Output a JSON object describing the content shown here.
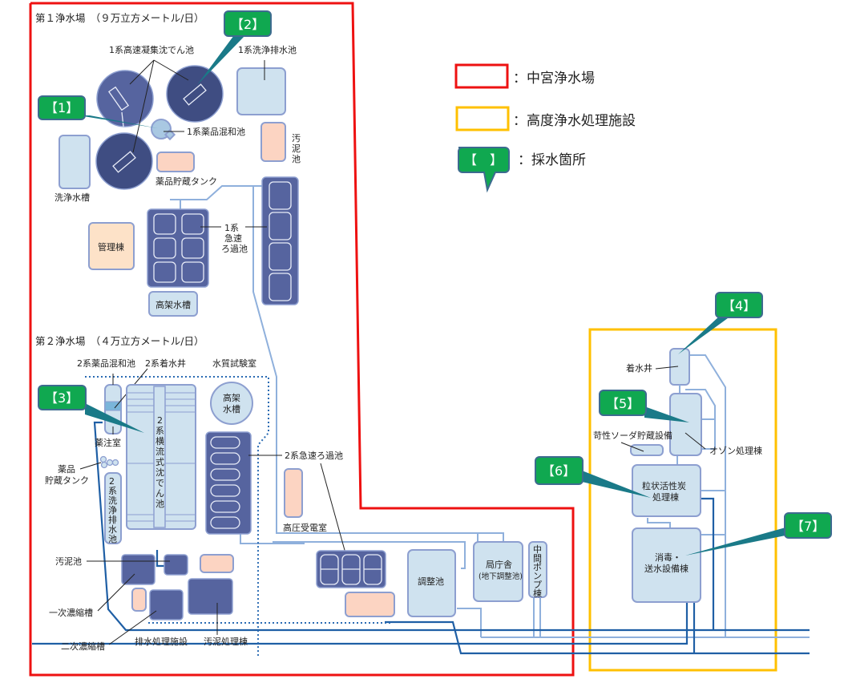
{
  "legend": {
    "items": [
      {
        "label": "：中宮浄水場",
        "color": "#ee1111"
      },
      {
        "label": "：高度浄水処理施設",
        "color": "#ffc000"
      },
      {
        "label": "：採水箇所",
        "color": "#10a850",
        "symbol": "【　】"
      }
    ]
  },
  "plant1": {
    "title": "第１浄水場　（９万立方メートル/日）",
    "labels": {
      "sedimentation": "1系高速凝集沈でん池",
      "wash_drain": "1系洗浄排水池",
      "chem_mix": "1系薬品混和池",
      "sludge_pond": [
        "汚",
        "泥",
        "池"
      ],
      "chem_tank": "薬品貯蔵タンク",
      "wash_tank": "洗浄水槽",
      "admin": "管理棟",
      "rapid_filter": [
        "1系",
        "急速",
        "ろ過池"
      ],
      "elevated_tank": "高架水槽"
    }
  },
  "plant2": {
    "title": "第２浄水場　（４万立方メートル/日）",
    "labels": {
      "chem_mix": "2系薬品混和池",
      "receiving_well": "2系着水井",
      "lab": "水質試験室",
      "elevated_tank": [
        "高架",
        "水槽"
      ],
      "dosing_room": "薬注室",
      "chem_tank": [
        "薬品",
        "貯蔵タンク"
      ],
      "wash_drain": [
        "2",
        "系",
        "洗",
        "浄",
        "排",
        "水",
        "池"
      ],
      "sedimentation": [
        "2",
        "系",
        "横",
        "流",
        "式",
        "沈",
        "で",
        "ん",
        "池"
      ],
      "rapid_filter": "2系急速ろ過池",
      "hv_room": "高圧受電室",
      "sludge_pond": "汚泥池",
      "primary_thickener": "一次濃縮槽",
      "secondary_thickener": "二次濃縮槽",
      "drainage": "排水処理施設",
      "sludge_bldg": "汚泥処理棟",
      "regulating_pond": "調整池",
      "office": "局庁舎",
      "office_sub": "(地下調整池)",
      "pump": [
        "中",
        "間",
        "ポ",
        "ン",
        "プ",
        "棟"
      ]
    }
  },
  "advanced": {
    "labels": {
      "receiving_well": "着水井",
      "soda": "苛性ソーダ貯蔵設備",
      "ozone": "オゾン処理棟",
      "gac": [
        "粒状活性炭",
        "処理棟"
      ],
      "disinfect": [
        "消毒・",
        "送水設備棟"
      ]
    }
  },
  "sampling_points": [
    {
      "id": 1,
      "label": "【1】"
    },
    {
      "id": 2,
      "label": "【2】"
    },
    {
      "id": 3,
      "label": "【3】"
    },
    {
      "id": 4,
      "label": "【4】"
    },
    {
      "id": 5,
      "label": "【5】"
    },
    {
      "id": 6,
      "label": "【6】"
    },
    {
      "id": 7,
      "label": "【7】"
    }
  ]
}
